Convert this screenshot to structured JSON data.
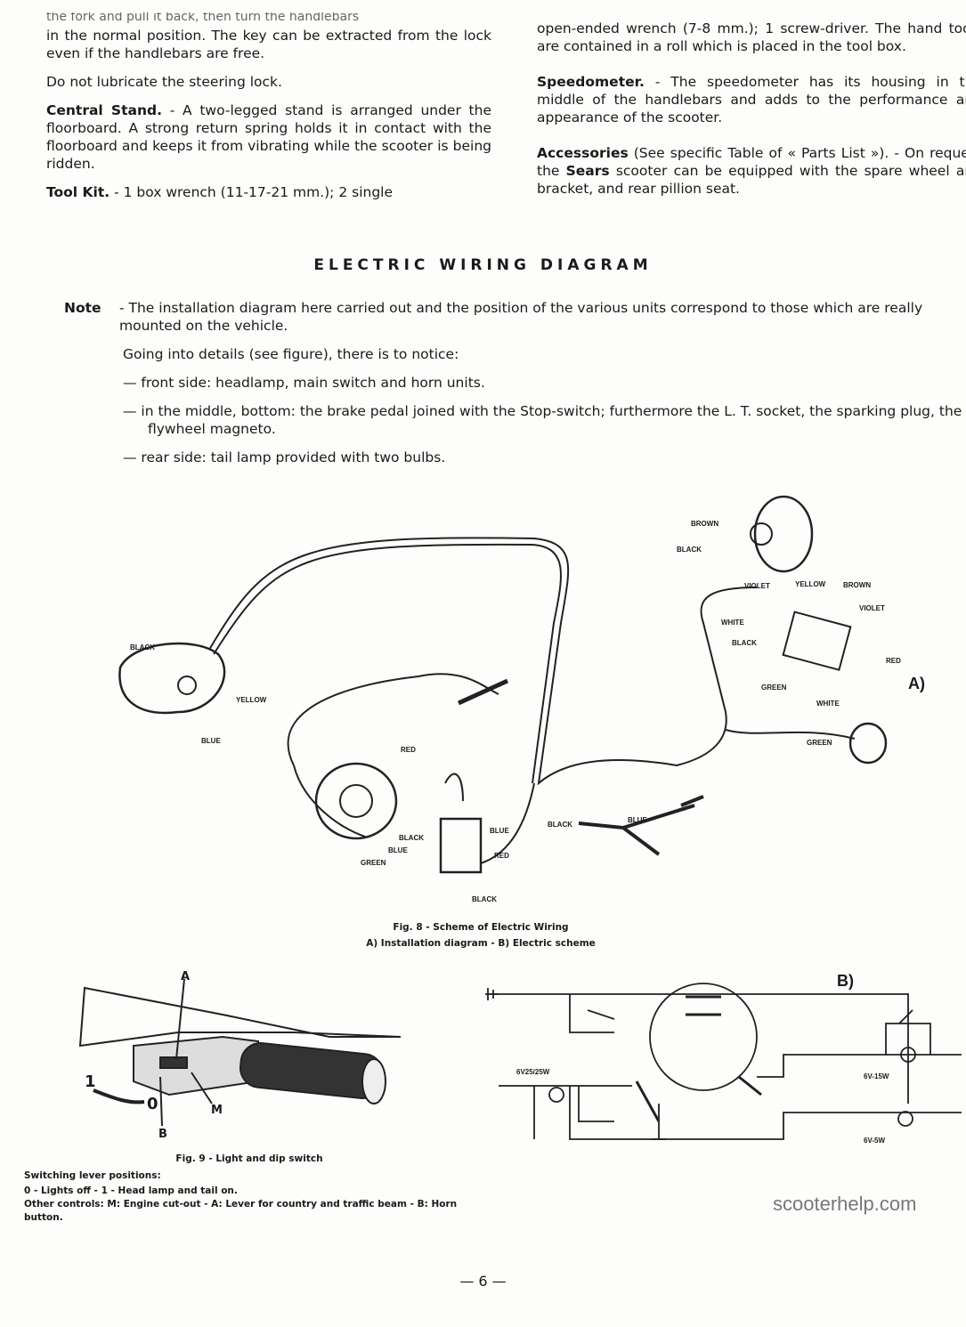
{
  "left_column": {
    "cut_line": "the fork and pull it back, then turn the handlebars",
    "p1": "in the normal position. The key can be extracted from the lock even if the handlebars are free.",
    "p2": "Do not lubricate the steering lock.",
    "central_stand_title": "Central Stand.",
    "central_stand_text": " - A two-legged stand is arranged under the floorboard. A strong return spring holds it in contact with the floorboard and keeps it from vibrating while the scooter is being ridden.",
    "tool_kit_title": "Tool Kit.",
    "tool_kit_text": " - 1 box wrench (11-17-21 mm.); 2 single"
  },
  "right_column": {
    "p1": "open-ended wrench (7-8 mm.); 1 screw-driver. The hand tools are contained in a roll which is placed in the tool box.",
    "speedometer_title": "Speedometer.",
    "speedometer_text": " - The speedometer has its housing in the middle of the handlebars and adds to the performance and appearance of the scooter.",
    "accessories_title": "Accessories",
    "accessories_text_1": " (See specific Table of « Parts List »). - On request the ",
    "sears": "Sears",
    "accessories_text_2": " scooter can be equipped with the spare wheel and bracket, and rear pillion seat."
  },
  "section_title": "ELECTRIC WIRING DIAGRAM",
  "note": {
    "label": "Note",
    "text": "- The installation diagram here carried out and the position of the various units correspond to those which are really mounted on the vehicle.",
    "intro": "Going into details (see figure), there is to notice:",
    "items": [
      "— front side: headlamp, main switch and horn units.",
      "— in the middle, bottom: the brake pedal joined with the Stop-switch; furthermore the L. T. socket, the sparking plug, the flywheel magneto.",
      "— rear side: tail lamp provided with two bulbs."
    ]
  },
  "fig8": {
    "labels": [
      "BROWN",
      "BLACK",
      "VIOLET",
      "YELLOW",
      "BROWN",
      "VIOLET",
      "WHITE",
      "BLACK",
      "RED",
      "GREEN",
      "WHITE",
      "GREEN",
      "BLACK",
      "YELLOW",
      "BLUE",
      "RED",
      "BLACK",
      "BLUE",
      "GREEN",
      "BLUE",
      "RED",
      "BLACK",
      "BLACK",
      "BLUE"
    ],
    "marker_a": "A)",
    "marker_b": "B)",
    "caption_1": "Fig. 8 - Scheme of Electric Wiring",
    "caption_2": "A) Installation diagram - B) Electric scheme",
    "schematic_labels": [
      "6V25/25W",
      "6V-15W",
      "6V-5W"
    ]
  },
  "fig9": {
    "letters": {
      "a": "A",
      "b": "B",
      "m": "M",
      "one": "1",
      "zero": "0"
    },
    "caption": "Fig. 9 - Light and dip switch",
    "line1": "Switching lever positions:",
    "line2": "0 - Lights off - 1 - Head lamp and tail on.",
    "line3": "Other controls: M: Engine cut-out - A: Lever for country and traffic beam - B: Horn button."
  },
  "watermark": "scooterhelp.com",
  "page_number": "— 6 —"
}
